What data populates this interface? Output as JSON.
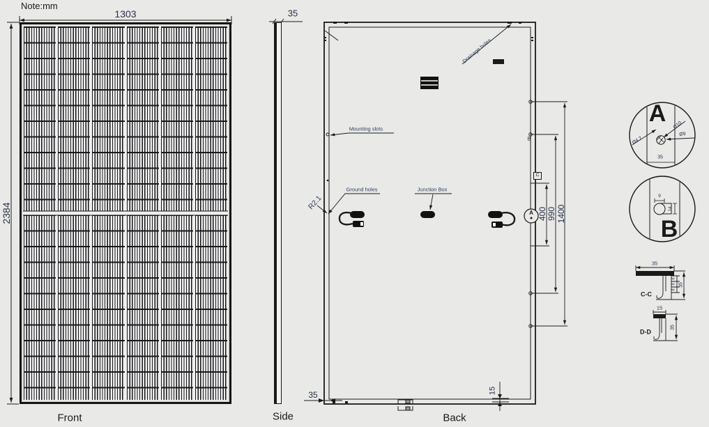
{
  "colors": {
    "background": "#e9e9e7",
    "line": "#1a1a1a",
    "dim_text": "#253149",
    "annotation_text": "#2e3d5c"
  },
  "note": "Note:mm",
  "views": {
    "front": {
      "label": "Front",
      "width_dim": "1303",
      "height_dim": "2384"
    },
    "side": {
      "label": "Side",
      "thickness_dim": "35"
    },
    "back": {
      "label": "Back",
      "frame_width_dim": "35",
      "bottom_lip_dim": "15",
      "annotations": {
        "drainage": "Drainage holes",
        "mounting": "Mounting slots",
        "ground": "Ground holes",
        "junction": "Junction Box",
        "corner_radius": "R2.1"
      },
      "hole_spacing_dims": {
        "inner": "400",
        "middle": "990",
        "outer": "1400"
      },
      "section_markers": {
        "a": "A",
        "b": "B",
        "c": "C"
      }
    }
  },
  "details": {
    "a": {
      "letter": "A",
      "hole_dia": "Ø4.2",
      "outer_dia": "Ø10",
      "slot_dia": "Ø9",
      "frame_width": "35"
    },
    "b": {
      "letter": "B",
      "slot_width": "9",
      "slot_length": "14"
    }
  },
  "sections": {
    "cc": {
      "label": "C-C",
      "top_dim": "35",
      "side_dims": [
        "6",
        "8",
        "8"
      ],
      "height_dim": "35"
    },
    "dd": {
      "label": "D-D",
      "top_dim": "15",
      "height_dim": "35"
    }
  }
}
